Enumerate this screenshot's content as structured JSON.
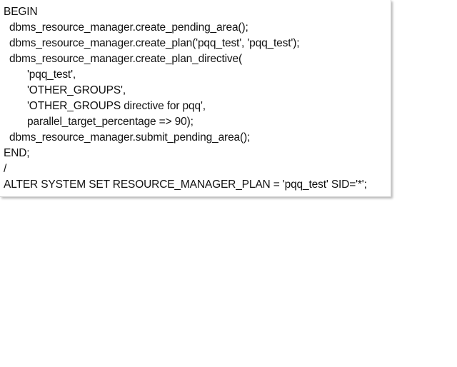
{
  "code": {
    "lines": [
      "BEGIN",
      "dbms_resource_manager.create_pending_area();",
      "dbms_resource_manager.create_plan('pqq_test', 'pqq_test');",
      "dbms_resource_manager.create_plan_directive(",
      "'pqq_test',",
      "'OTHER_GROUPS',",
      "'OTHER_GROUPS directive for pqq',",
      "parallel_target_percentage => 90);",
      "dbms_resource_manager.submit_pending_area();",
      "END;",
      "/",
      "ALTER SYSTEM SET RESOURCE_MANAGER_PLAN = 'pqq_test' SID='*';"
    ]
  }
}
